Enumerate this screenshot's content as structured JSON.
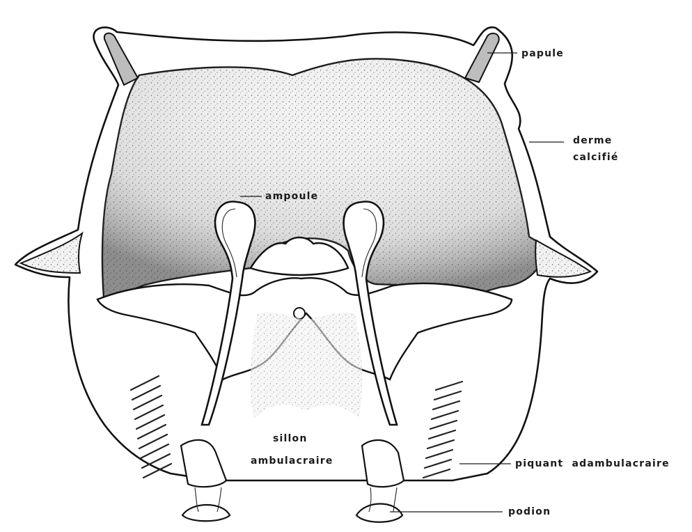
{
  "labels": {
    "papule": "papule",
    "derme_line1": "derme",
    "derme_line2": "calcifié",
    "ampoule": "ampoule",
    "sillon_line1": "sillon",
    "sillon_line2": "ambulacraire",
    "piquant": "piquant  adambulacraire",
    "podion": "podion"
  }
}
